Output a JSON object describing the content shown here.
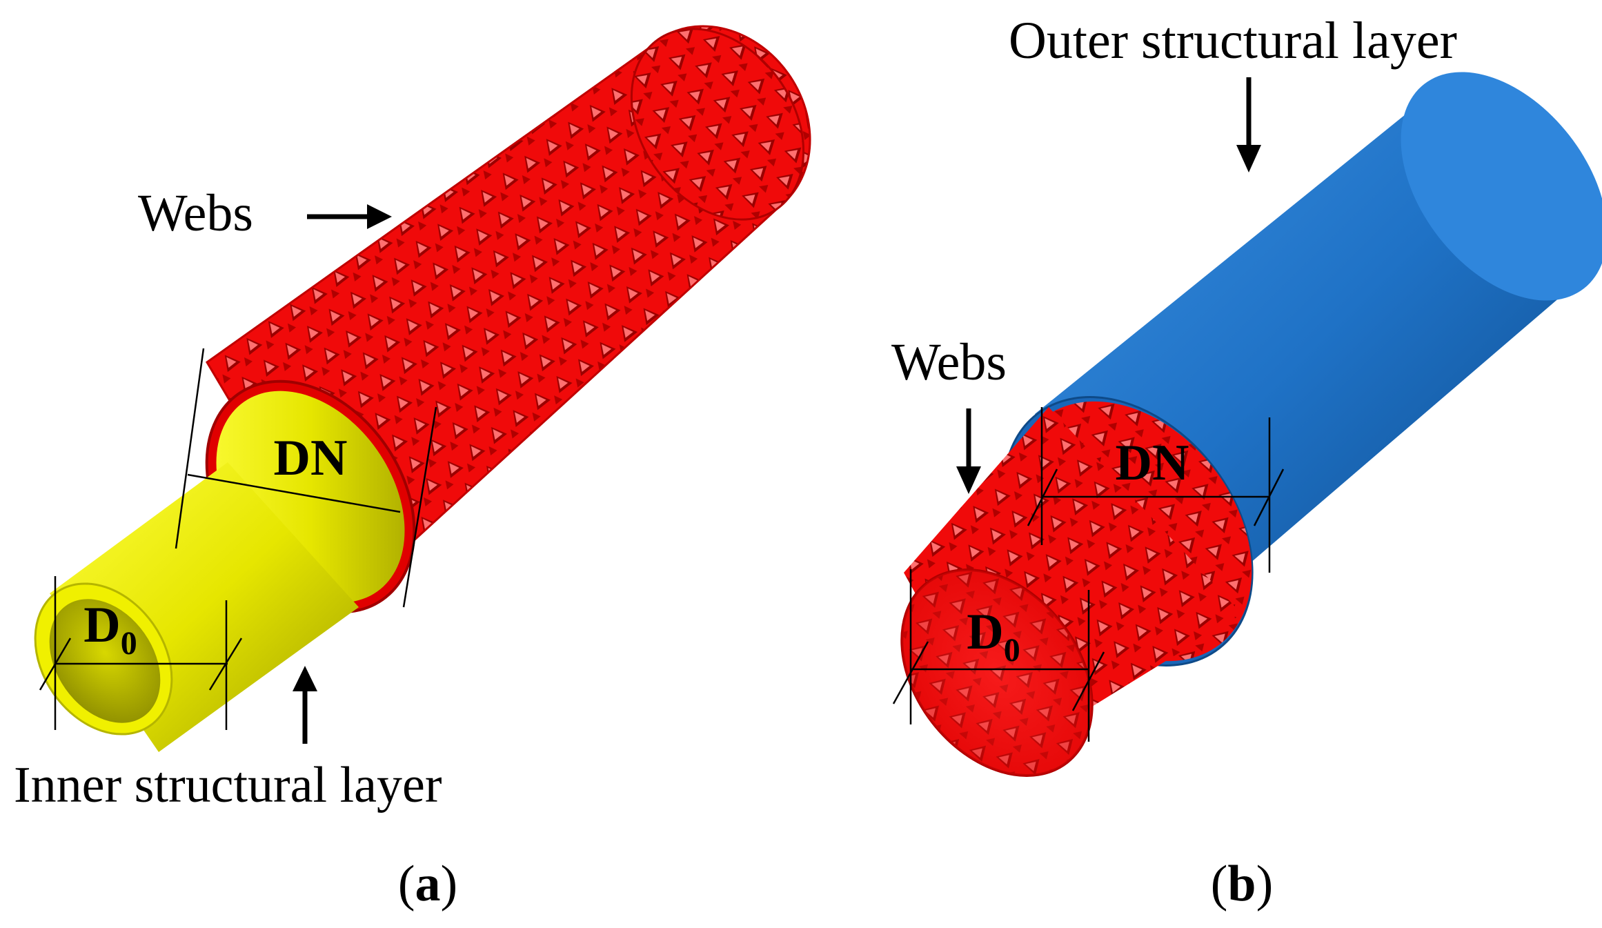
{
  "panel_a": {
    "webs_label": "Webs",
    "inner_layer_label": "Inner structural layer",
    "dn_label": "DN",
    "d0_main": "D",
    "d0_sub": "0",
    "caption_open": "(",
    "caption_letter": "a",
    "caption_close": ")"
  },
  "panel_b": {
    "outer_layer_label": "Outer structural layer",
    "webs_label": "Webs",
    "dn_label": "DN",
    "d0_main": "D",
    "d0_sub": "0",
    "caption_open": "(",
    "caption_letter": "b",
    "caption_close": ")"
  },
  "colors": {
    "webs": "#ff0000",
    "inner_layer": "#e8e800",
    "outer_layer": "#1f78d1"
  }
}
